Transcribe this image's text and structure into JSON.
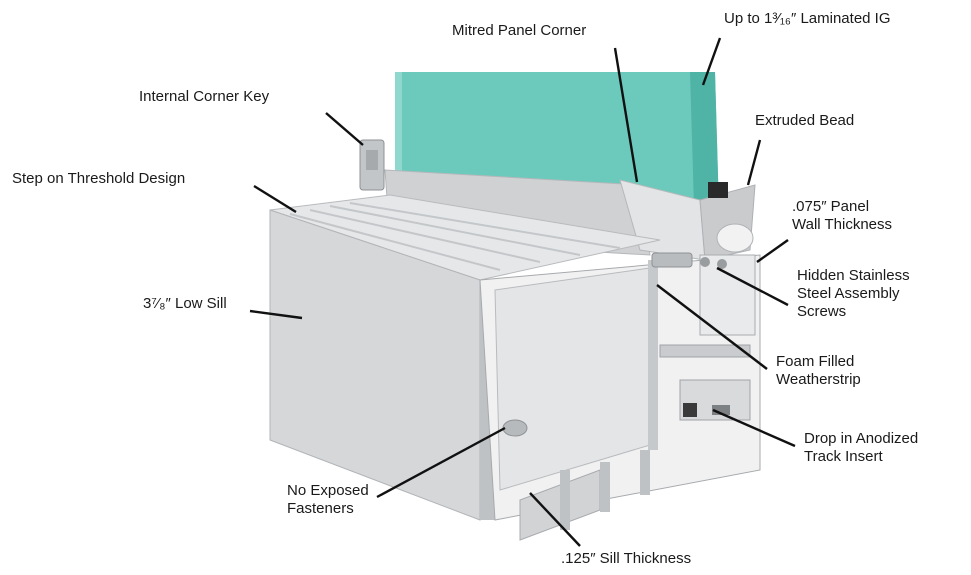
{
  "colors": {
    "glass": "#5fc7ba",
    "glass_dark": "#3aa597",
    "aluminum": "#d4d6d8",
    "aluminum_dark": "#a9acaf",
    "aluminum_light": "#eceded",
    "leader": "#111111"
  },
  "labels": {
    "mitred_panel_corner": [
      "Mitred Panel Corner"
    ],
    "laminated_ig": [
      "Up to 1³⁄₁₆″ Laminated IG"
    ],
    "internal_corner_key": [
      "Internal Corner Key"
    ],
    "extruded_bead": [
      "Extruded Bead"
    ],
    "step_on_threshold": [
      "Step on Threshold Design"
    ],
    "panel_wall_thickness": [
      ".075″ Panel",
      "Wall Thickness"
    ],
    "hidden_screws": [
      "Hidden Stainless",
      "Steel Assembly",
      "Screws"
    ],
    "low_sill": [
      "3⁷⁄₈″ Low Sill"
    ],
    "foam_weatherstrip": [
      "Foam Filled",
      "Weatherstrip"
    ],
    "track_insert": [
      "Drop in Anodized",
      "Track Insert"
    ],
    "no_exposed_fasteners": [
      "No Exposed",
      "Fasteners"
    ],
    "sill_thickness": [
      ".125″ Sill Thickness"
    ]
  }
}
